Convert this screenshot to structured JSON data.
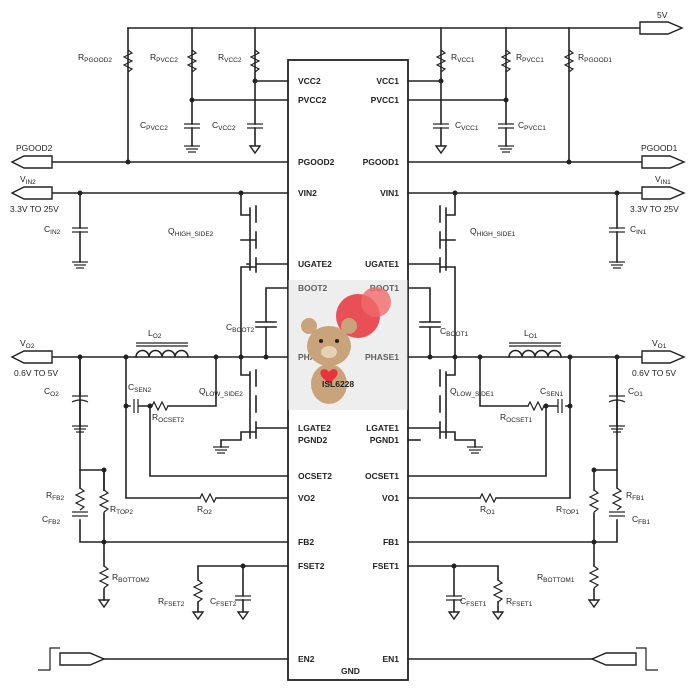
{
  "chip": {
    "name": "ISL6228",
    "gnd": "GND",
    "left_pins": [
      "VCC2",
      "PVCC2",
      "PGOOD2",
      "VIN2",
      "UGATE2",
      "BOOT2",
      "PHASE2",
      "LGATE2",
      "PGND2",
      "OCSET2",
      "VO2",
      "FB2",
      "FSET2",
      "EN2"
    ],
    "right_pins": [
      "VCC1",
      "PVCC1",
      "PGOOD1",
      "VIN1",
      "UGATE1",
      "BOOT1",
      "PHASE1",
      "LGATE1",
      "PGND1",
      "OCSET1",
      "VO1",
      "FB1",
      "FSET1",
      "EN1"
    ]
  },
  "ports": {
    "supply": "5V",
    "pgood2": "PGOOD2",
    "pgood1": "PGOOD1",
    "vin2": {
      "name": "V",
      "sub": "IN2",
      "range": "3.3V TO 25V"
    },
    "vin1": {
      "name": "V",
      "sub": "IN1",
      "range": "3.3V TO 25V"
    },
    "vo2": {
      "name": "V",
      "sub": "O2",
      "range": "0.6V TO 5V"
    },
    "vo1": {
      "name": "V",
      "sub": "O1",
      "range": "0.6V TO 5V"
    }
  },
  "components": {
    "r_pgood2": {
      "p": "R",
      "s": "PGOOD2"
    },
    "r_pvcc2": {
      "p": "R",
      "s": "PVCC2"
    },
    "r_vcc2": {
      "p": "R",
      "s": "VCC2"
    },
    "r_vcc1": {
      "p": "R",
      "s": "VCC1"
    },
    "r_pvcc1": {
      "p": "R",
      "s": "PVCC1"
    },
    "r_pgood1": {
      "p": "R",
      "s": "PGOOD1"
    },
    "c_pvcc2": {
      "p": "C",
      "s": "PVCC2"
    },
    "c_vcc2": {
      "p": "C",
      "s": "VCC2"
    },
    "c_vcc1": {
      "p": "C",
      "s": "VCC1"
    },
    "c_pvcc1": {
      "p": "C",
      "s": "PVCC1"
    },
    "c_in2": {
      "p": "C",
      "s": "IN2"
    },
    "c_in1": {
      "p": "C",
      "s": "IN1"
    },
    "q_high2": {
      "p": "Q",
      "s": "HIGH_SIDE2"
    },
    "q_high1": {
      "p": "Q",
      "s": "HIGH_SIDE1"
    },
    "c_boot2": {
      "p": "C",
      "s": "BOOT2"
    },
    "c_boot1": {
      "p": "C",
      "s": "BOOT1"
    },
    "l_o2": {
      "p": "L",
      "s": "O2"
    },
    "l_o1": {
      "p": "L",
      "s": "O1"
    },
    "c_o2": {
      "p": "C",
      "s": "O2"
    },
    "c_o1": {
      "p": "C",
      "s": "O1"
    },
    "c_sen2": {
      "p": "C",
      "s": "SEN2"
    },
    "c_sen1": {
      "p": "C",
      "s": "SEN1"
    },
    "r_ocset2": {
      "p": "R",
      "s": "OCSET2"
    },
    "r_ocset1": {
      "p": "R",
      "s": "OCSET1"
    },
    "q_low2": {
      "p": "Q",
      "s": "LOW_SIDE2"
    },
    "q_low1": {
      "p": "Q",
      "s": "LOW_SIDE1"
    },
    "r_fb2": {
      "p": "R",
      "s": "FB2"
    },
    "r_fb1": {
      "p": "R",
      "s": "FB1"
    },
    "c_fb2": {
      "p": "C",
      "s": "FB2"
    },
    "c_fb1": {
      "p": "C",
      "s": "FB1"
    },
    "r_top2": {
      "p": "R",
      "s": "TOP2"
    },
    "r_top1": {
      "p": "R",
      "s": "TOP1"
    },
    "r_o2": {
      "p": "R",
      "s": "O2"
    },
    "r_o1": {
      "p": "R",
      "s": "O1"
    },
    "r_bottom2": {
      "p": "R",
      "s": "BOTTOM2"
    },
    "r_bottom1": {
      "p": "R",
      "s": "BOTTOM1"
    },
    "r_fset2": {
      "p": "R",
      "s": "FSET2"
    },
    "r_fset1": {
      "p": "R",
      "s": "FSET1"
    },
    "c_fset2": {
      "p": "C",
      "s": "FSET2"
    },
    "c_fset1": {
      "p": "C",
      "s": "FSET1"
    }
  },
  "colors": {
    "line": "#222222",
    "balloon": "#e8323c",
    "bear": "#c9a37a",
    "heart": "#e8323c"
  },
  "icons": [
    "teddy-bear-icon",
    "heart-balloon-icon",
    "ground-icon"
  ]
}
